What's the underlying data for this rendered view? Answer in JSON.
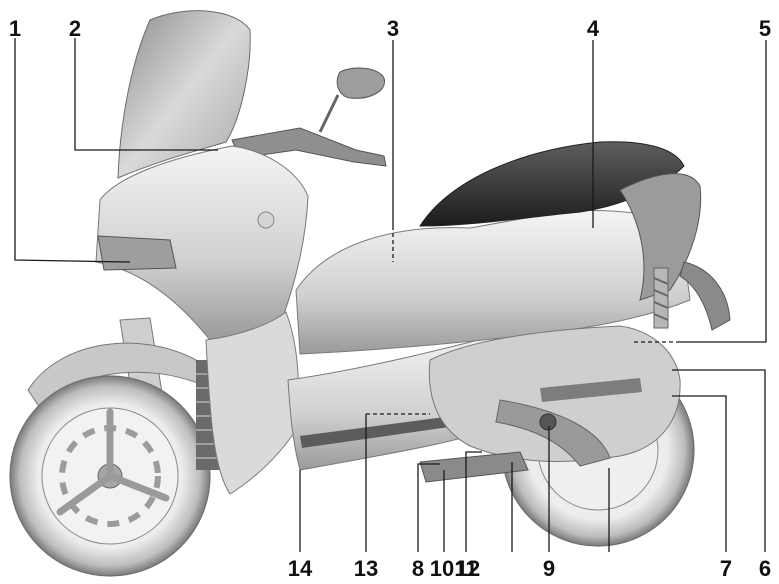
{
  "callouts": [
    {
      "label": "1"
    },
    {
      "label": "2"
    },
    {
      "label": "3"
    },
    {
      "label": "4"
    },
    {
      "label": "5"
    },
    {
      "label": "6"
    },
    {
      "label": "7"
    },
    {
      "label": "9"
    },
    {
      "label": "13"
    },
    {
      "label": "14"
    },
    {
      "label": "8"
    },
    {
      "label": "10"
    },
    {
      "label": "11"
    },
    {
      "label": "12"
    }
  ],
  "colors": {
    "line": "#1a1a1a",
    "body_light": "#e6e6e6",
    "body_mid": "#bdbdbd",
    "body_dark": "#5a5a5a",
    "seat": "#2e2e2e"
  }
}
